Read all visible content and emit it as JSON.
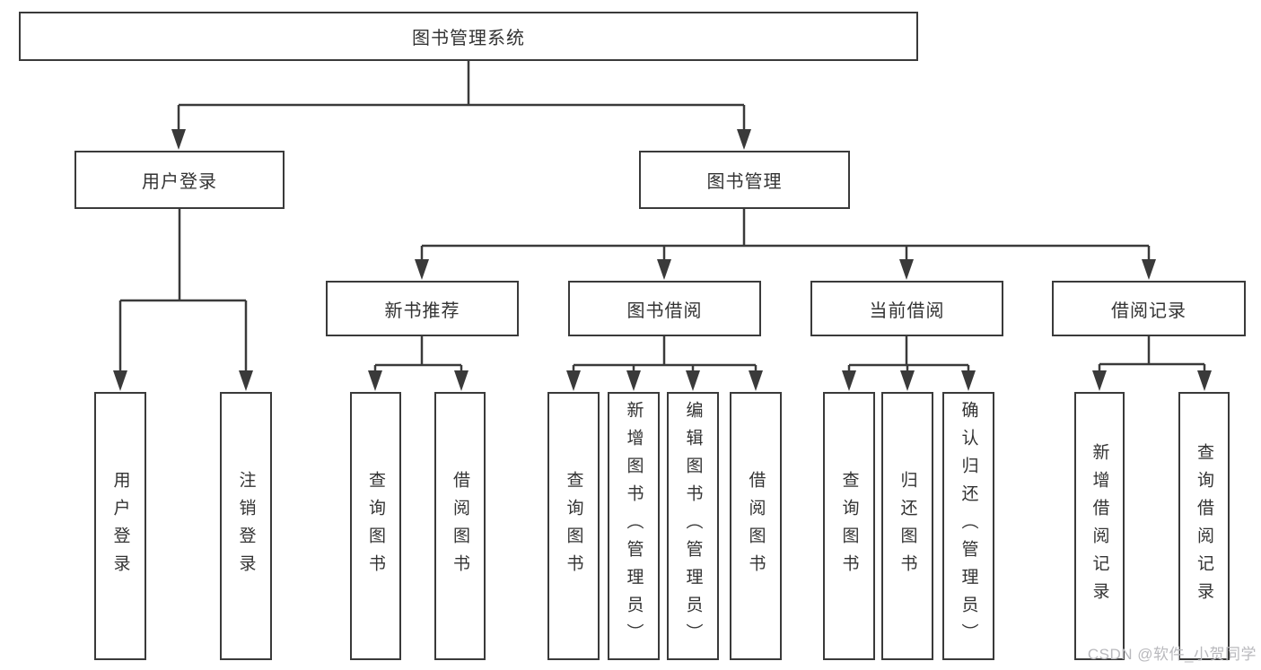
{
  "tree": {
    "label": "图书管理系统",
    "children": [
      {
        "label": "用户登录",
        "children": [
          {
            "label": "用户登录"
          },
          {
            "label": "注销登录"
          }
        ]
      },
      {
        "label": "图书管理",
        "children": [
          {
            "label": "新书推荐",
            "children": [
              {
                "label": "查询图书"
              },
              {
                "label": "借阅图书"
              }
            ]
          },
          {
            "label": "图书借阅",
            "children": [
              {
                "label": "查询图书"
              },
              {
                "label": "新增图书（管理员）"
              },
              {
                "label": "编辑图书（管理员）"
              },
              {
                "label": "借阅图书"
              }
            ]
          },
          {
            "label": "当前借阅",
            "children": [
              {
                "label": "查询图书"
              },
              {
                "label": "归还图书"
              },
              {
                "label": "确认归还（管理员）"
              }
            ]
          },
          {
            "label": "借阅记录",
            "children": [
              {
                "label": "新增借阅记录"
              },
              {
                "label": "查询借阅记录"
              }
            ]
          }
        ]
      }
    ]
  },
  "watermark": {
    "text": "CSDN @软件_小贺同学"
  },
  "colors": {
    "line": "#3a3a3a",
    "text": "#333333",
    "watermark": "#b9b9bd",
    "background": "#ffffff"
  }
}
